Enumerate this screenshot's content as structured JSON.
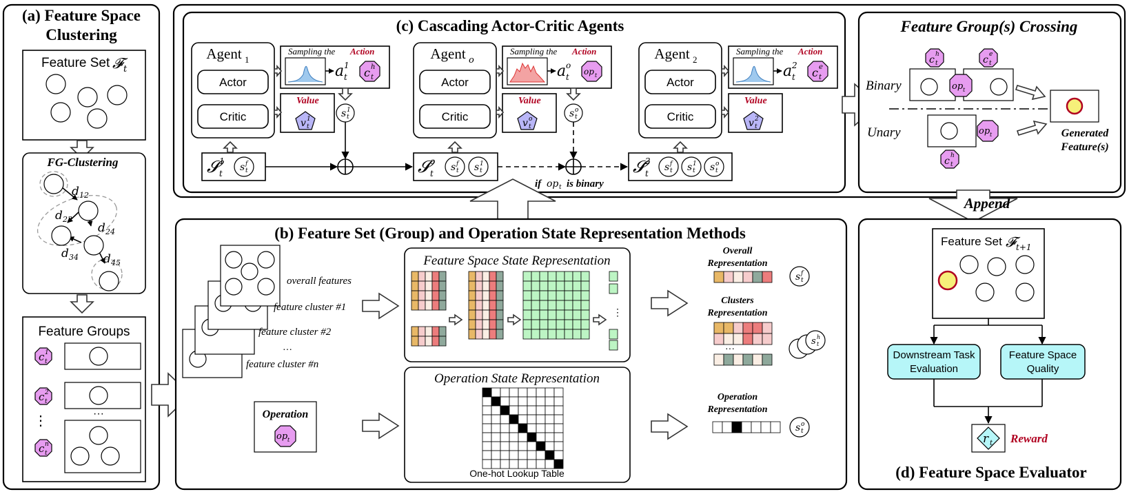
{
  "colors": {
    "gold": "#e8b867",
    "light_pink": "#f6cccc",
    "red": "#ec7d7d",
    "gray_green": "#8fa99c",
    "cream": "#faeee4",
    "violet": "#e79cf0",
    "blue_pentagon": "#b9b6f7",
    "green_grid": "#bdf5c4",
    "cyan_box": "#b6f6f8",
    "reward_red": "#b00020",
    "yellow": "#f6f07a"
  },
  "panel_a": {
    "title_line1": "(a) Feature Space",
    "title_line2": "Clustering",
    "feature_set_label": "Feature Set",
    "feature_set_symbol": "𝓕",
    "feature_set_sub": "t",
    "fg_clustering": "FG-Clustering",
    "d12": "d",
    "d12_sub": "12",
    "d23": "d",
    "d23_sub": "23",
    "d24": "d",
    "d24_sub": "24",
    "d34": "d",
    "d34_sub": "34",
    "d45": "d",
    "d45_sub": "45",
    "feature_groups": "Feature Groups",
    "c": "c",
    "c_sub": "t",
    "sup1": "1",
    "sup2": "2",
    "supn": "n",
    "vdots": "⋮",
    "hdots": "···"
  },
  "panel_c": {
    "title": "(c) Cascading Actor-Critic Agents",
    "agent": "Agent",
    "agent1_sub": "1",
    "agento_sub": "o",
    "agent2_sub": "2",
    "actor": "Actor",
    "critic": "Critic",
    "sampling_prefix": "Sampling the ",
    "sampling_action": "Action",
    "value": "Value",
    "a": "a",
    "t": "t",
    "a1_sup": "1",
    "ao_sup": "o",
    "a2_sup": "2",
    "ch": "h",
    "ce": "e",
    "op": "op",
    "s": "s",
    "sf": "f",
    "S": "𝓢",
    "S1_sup": "1",
    "So_sup": "o",
    "S2_sup": "2",
    "v": "v",
    "oplus": "⊕",
    "if_text": "if",
    "op_text": "op",
    "op_sub": "t",
    "is_binary": "is binary"
  },
  "panel_crossing": {
    "title": "Feature Group(s) Crossing",
    "binary": "Binary",
    "unary": "Unary",
    "generated_line1": "Generated",
    "generated_line2": "Feature(s)",
    "append": "Append"
  },
  "panel_b": {
    "title": "(b) Feature Set (Group) and Operation State Representation Methods",
    "overall_features": "overall features",
    "cluster1": "feature cluster #1",
    "cluster2": "feature cluster #2",
    "clustern": "feature cluster #n",
    "dots": "···",
    "fs_state_rep": "Feature Space State Representation",
    "op_state_rep": "Operation State Representation",
    "lookup": "One-hot Lookup Table",
    "operation": "Operation",
    "overall_rep_1": "Overall",
    "overall_rep_2": "Representation",
    "clusters_rep_1": "Clusters",
    "clusters_rep_2": "Representation",
    "op_rep_1": "Operation",
    "op_rep_2": "Representation",
    "vdots": "⋮"
  },
  "panel_d": {
    "title": "(d) Feature Space Evaluator",
    "feature_set_label": "Feature Set",
    "feature_set_symbol": "𝓕",
    "feature_set_sub": "t+1",
    "downstream_1": "Downstream Task",
    "downstream_2": "Evaluation",
    "quality_1": "Feature Space",
    "quality_2": "Quality",
    "r": "r",
    "r_sub": "t",
    "reward": "Reward"
  }
}
